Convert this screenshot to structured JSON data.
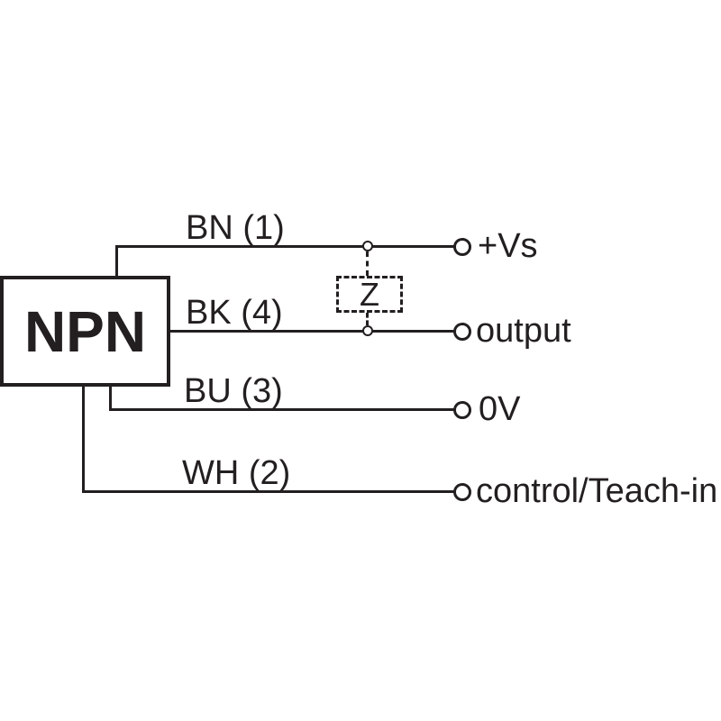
{
  "canvas": {
    "background": "#ffffff",
    "line_color": "#231f20"
  },
  "device": {
    "label": "NPN"
  },
  "impedance_box": {
    "label": "Z"
  },
  "wires": [
    {
      "id": "bn",
      "label": "BN (1)",
      "terminal": "+Vs"
    },
    {
      "id": "bk",
      "label": "BK (4)",
      "terminal": "output"
    },
    {
      "id": "bu",
      "label": "BU (3)",
      "terminal": "0V"
    },
    {
      "id": "wh",
      "label": "WH (2)",
      "terminal": "control/Teach-in"
    }
  ]
}
